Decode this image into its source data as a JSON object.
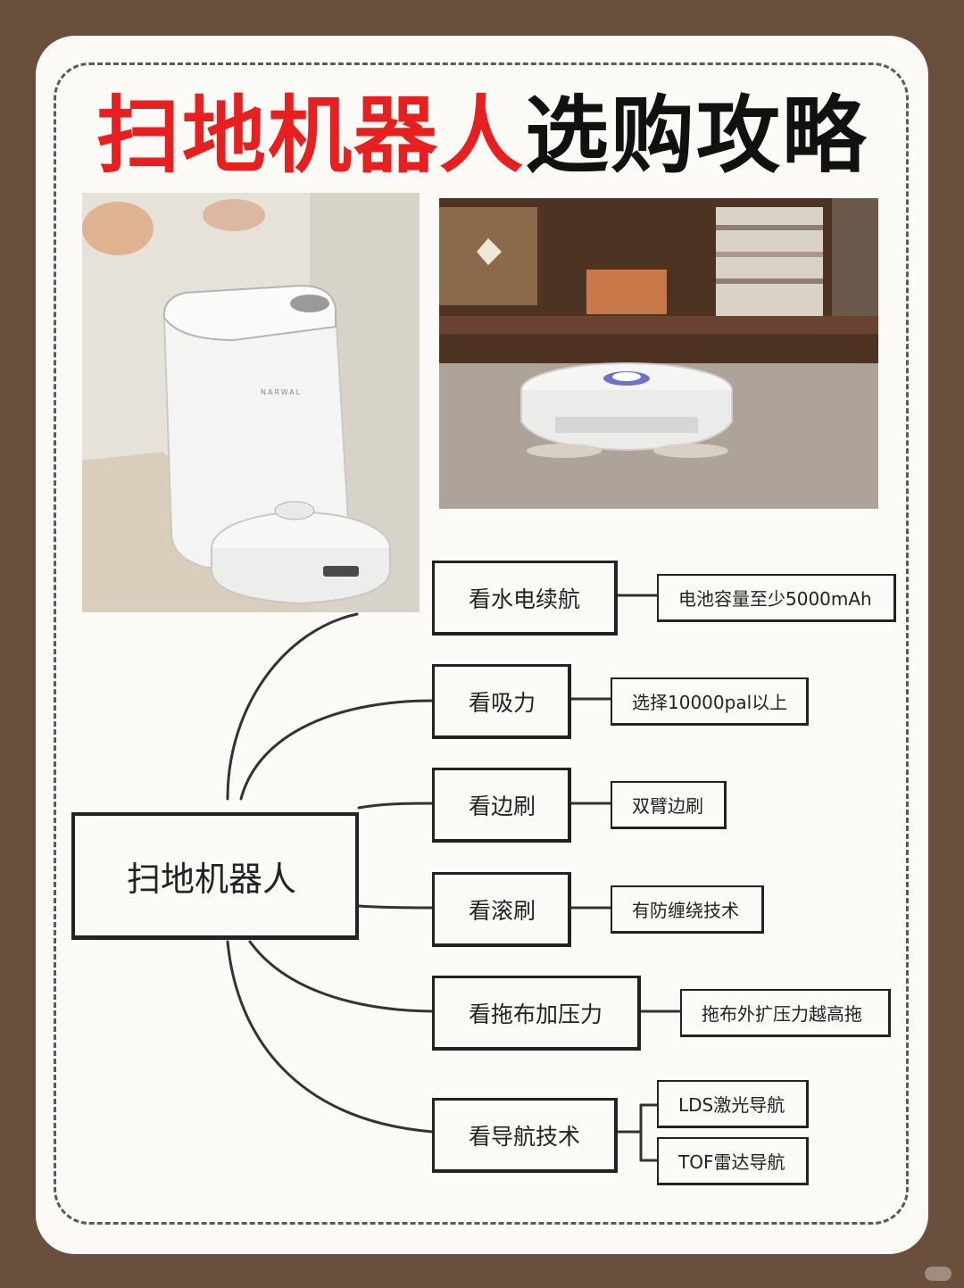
{
  "title": {
    "red_part": "扫地机器人",
    "black_part": "选购攻略"
  },
  "colors": {
    "background": "#6b4f3d",
    "card": "#fbfaf7",
    "title_red": "#e81f1f",
    "title_black": "#111111",
    "line": "#222222"
  },
  "mindmap": {
    "root": "扫地机器人",
    "branches": [
      {
        "label": "看水电续航",
        "details": [
          "电池容量至少5000mAh"
        ]
      },
      {
        "label": "看吸力",
        "details": [
          "选择10000pal以上"
        ]
      },
      {
        "label": "看边刷",
        "details": [
          "双臂边刷"
        ]
      },
      {
        "label": "看滚刷",
        "details": [
          "有防缠绕技术"
        ]
      },
      {
        "label": "看拖布加压力",
        "details": [
          "拖布外扩压力越高拖"
        ]
      },
      {
        "label": "看导航技术",
        "details": [
          "LDS激光导航",
          "TOF雷达导航"
        ]
      }
    ]
  },
  "images": {
    "left_photo": "robot-base-station-photo",
    "right_photo": "robot-vacuum-on-floor-photo"
  }
}
